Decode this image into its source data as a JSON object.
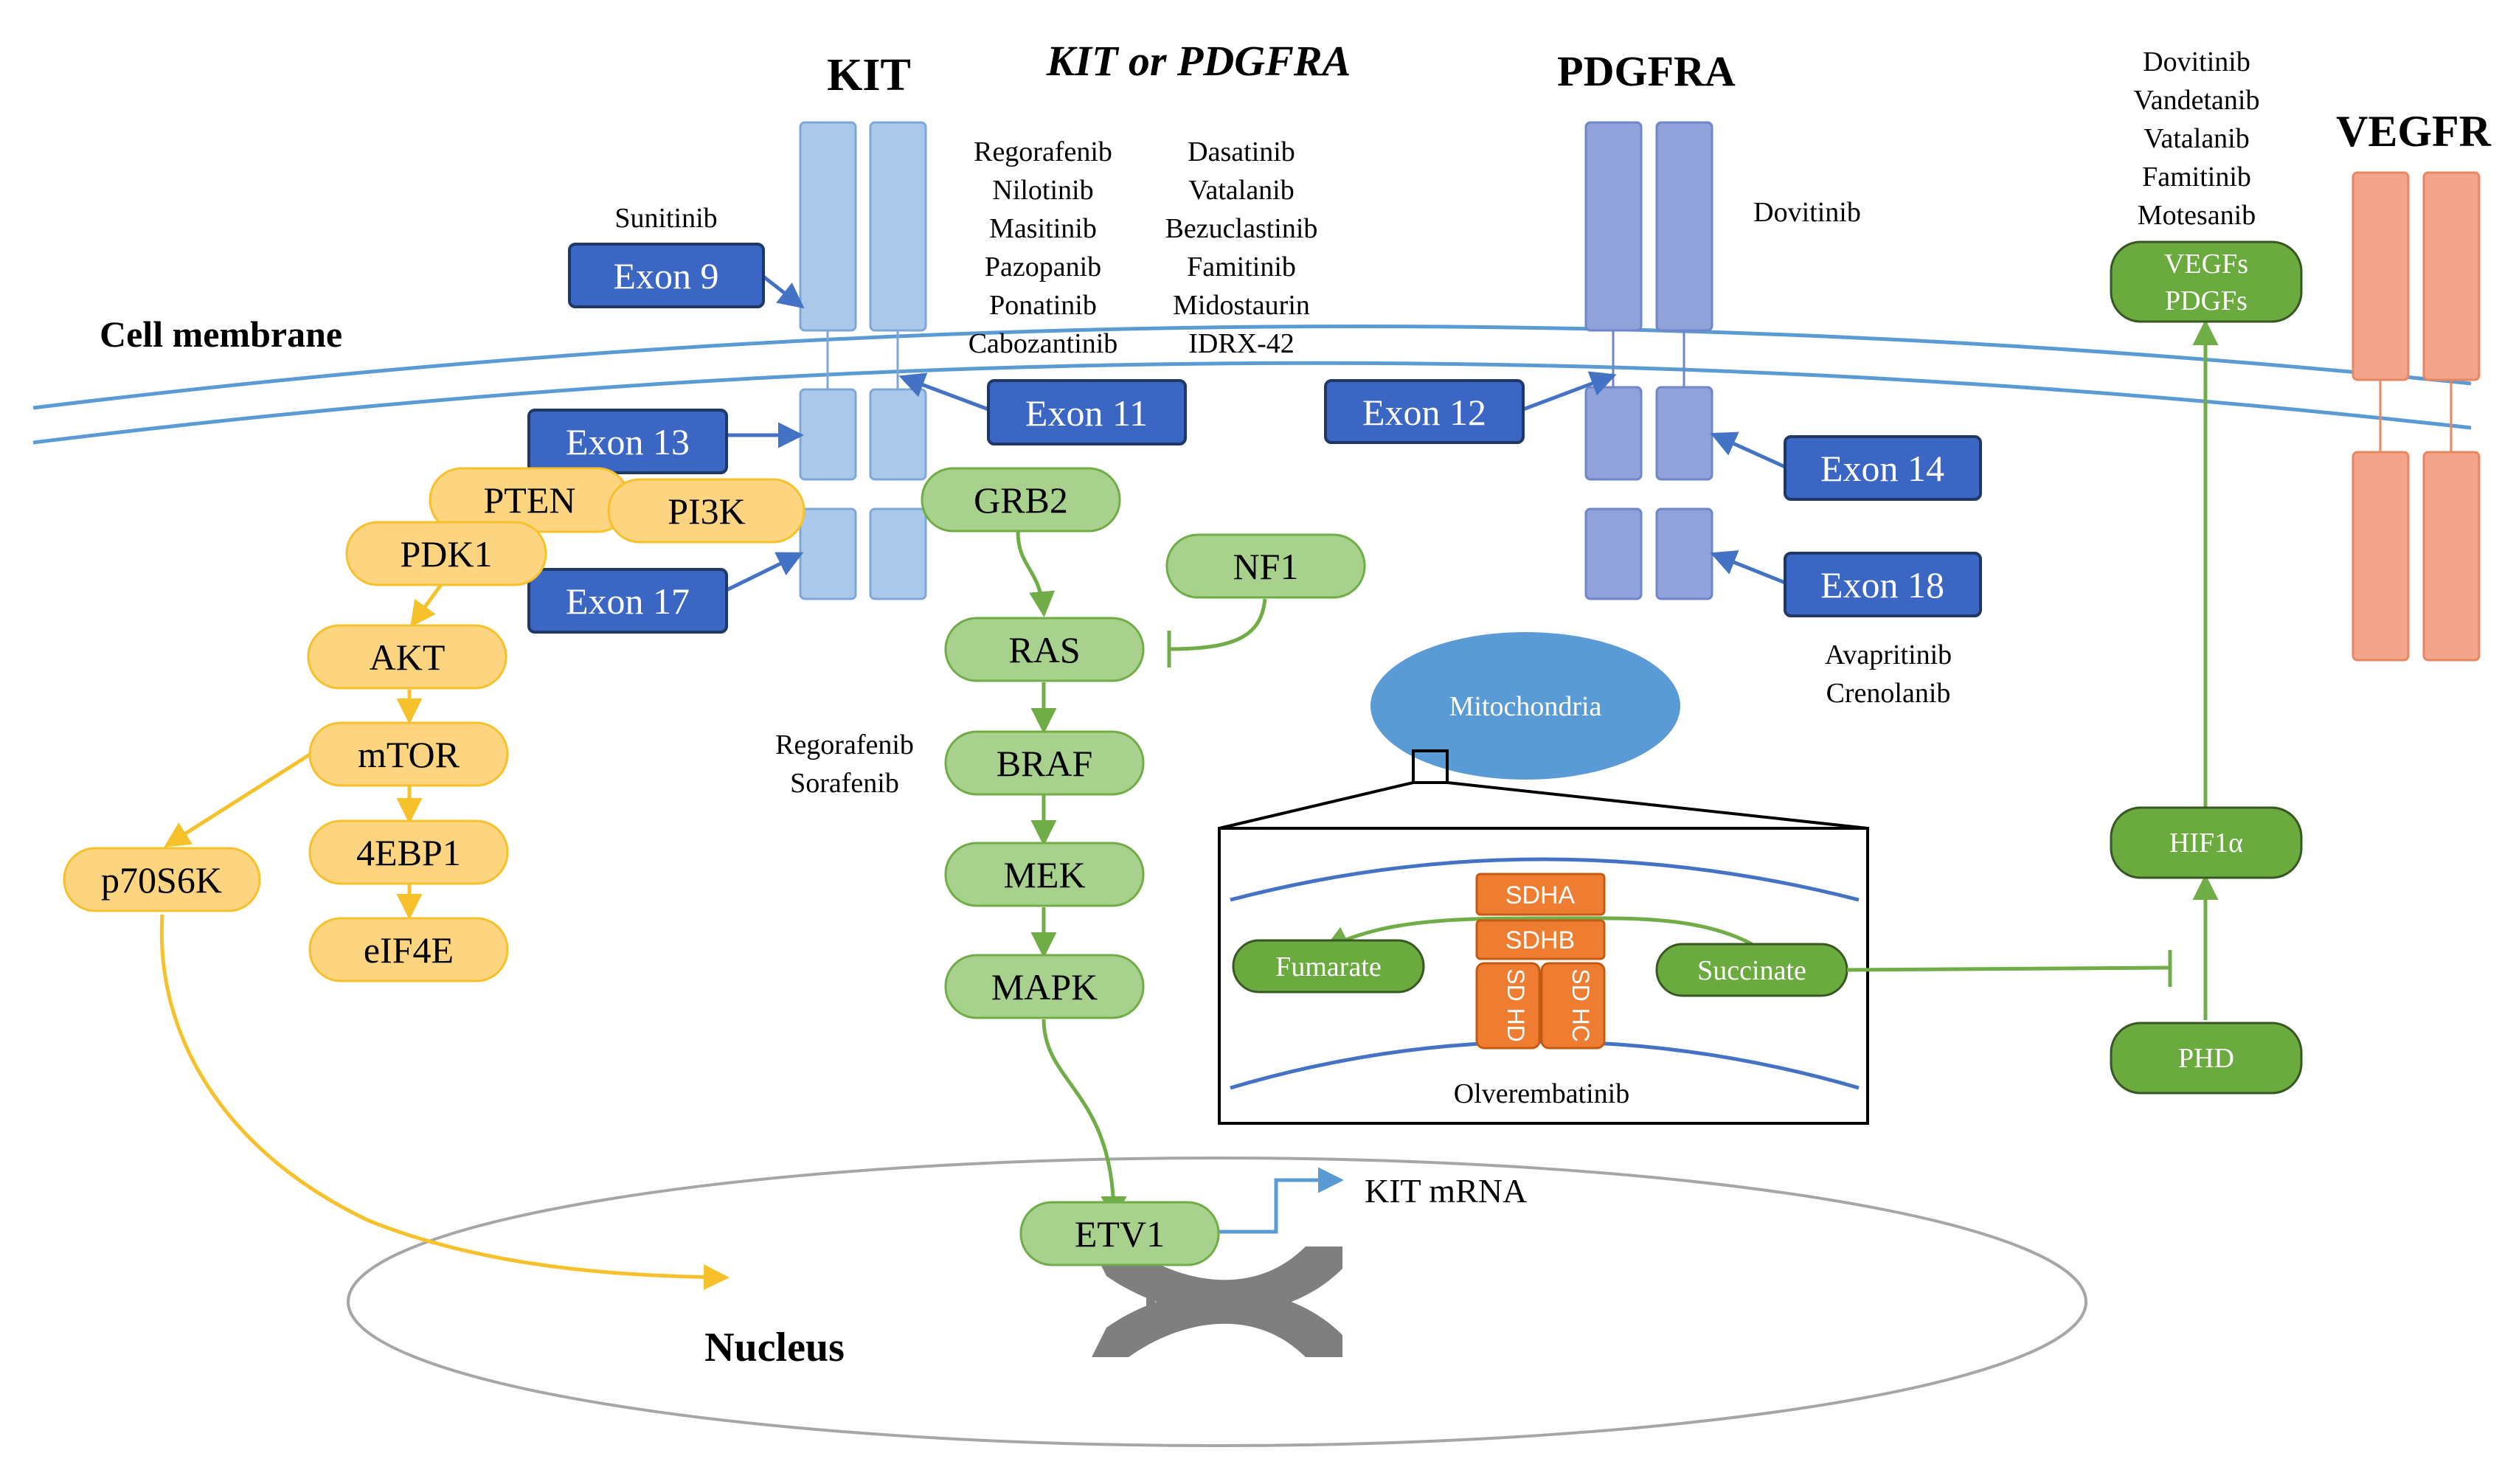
{
  "header": {
    "kit_title": "KIT",
    "center_title": "KIT or PDGFRA",
    "pdgfra_title": "PDGFRA",
    "vegfr_title": "VEGFR"
  },
  "labels": {
    "cell_membrane": "Cell membrane",
    "nucleus": "Nucleus",
    "mitochondria": "Mitochondria",
    "kit_mrna": "KIT mRNA"
  },
  "drugs": {
    "sunitinib": "Sunitinib",
    "kit_col1": [
      "Regorafenib",
      "Nilotinib",
      "Masitinib",
      "Pazopanib",
      "Ponatinib",
      "Cabozantinib"
    ],
    "kit_col2": [
      "Dasatinib",
      "Vatalanib",
      "Bezuclastinib",
      "Famitinib",
      "Midostaurin",
      "IDRX-42"
    ],
    "pdgfra_top": "Dovitinib",
    "pdgfra_bottom": [
      "Avapritinib",
      "Crenolanib"
    ],
    "vegfr": [
      "Dovitinib",
      "Vandetanib",
      "Vatalanib",
      "Famitinib",
      "Motesanib"
    ],
    "raf": [
      "Regorafenib",
      "Sorafenib"
    ],
    "sdh": "Olverembatinib"
  },
  "exons": {
    "exon9": "Exon 9",
    "exon11": "Exon 11",
    "exon12": "Exon 12",
    "exon13": "Exon 13",
    "exon14": "Exon 14",
    "exon17": "Exon 17",
    "exon18": "Exon 18"
  },
  "pi3k_pathway": {
    "pten": "PTEN",
    "pi3k": "PI3K",
    "pdk1": "PDK1",
    "akt": "AKT",
    "mtor": "mTOR",
    "ebp1": "4EBP1",
    "eif4e": "eIF4E",
    "p70s6k": "p70S6K"
  },
  "mapk_pathway": {
    "grb2": "GRB2",
    "nf1": "NF1",
    "ras": "RAS",
    "braf": "BRAF",
    "mek": "MEK",
    "mapk": "MAPK",
    "etv1": "ETV1"
  },
  "sdh_complex": {
    "sdha": "SDHA",
    "sdhb": "SDHB",
    "sdhd": "SD HD",
    "sdhc": "SD HC",
    "fumarate": "Fumarate",
    "succinate": "Succinate"
  },
  "hypoxia": {
    "vegfs": "VEGFs",
    "pdgfs": "PDGFs",
    "hif1a": "HIF1α",
    "phd": "PHD"
  },
  "colors": {
    "exon_box": "#3b66c4",
    "kit_receptor": "#a9c8ea",
    "pdgfra_receptor": "#8fa3da",
    "vegfr_receptor": "#f2a58a",
    "pi3k_node": "#fdd47f",
    "mapk_node": "#a9d18e",
    "dark_green_node": "#6aaa3e",
    "sdh_orange": "#ee7d31",
    "membrane": "#5b9bd5",
    "mitochondria": "#5b9bd5",
    "yellow_arrow": "#f6c12b",
    "green_arrow": "#70ad47"
  }
}
